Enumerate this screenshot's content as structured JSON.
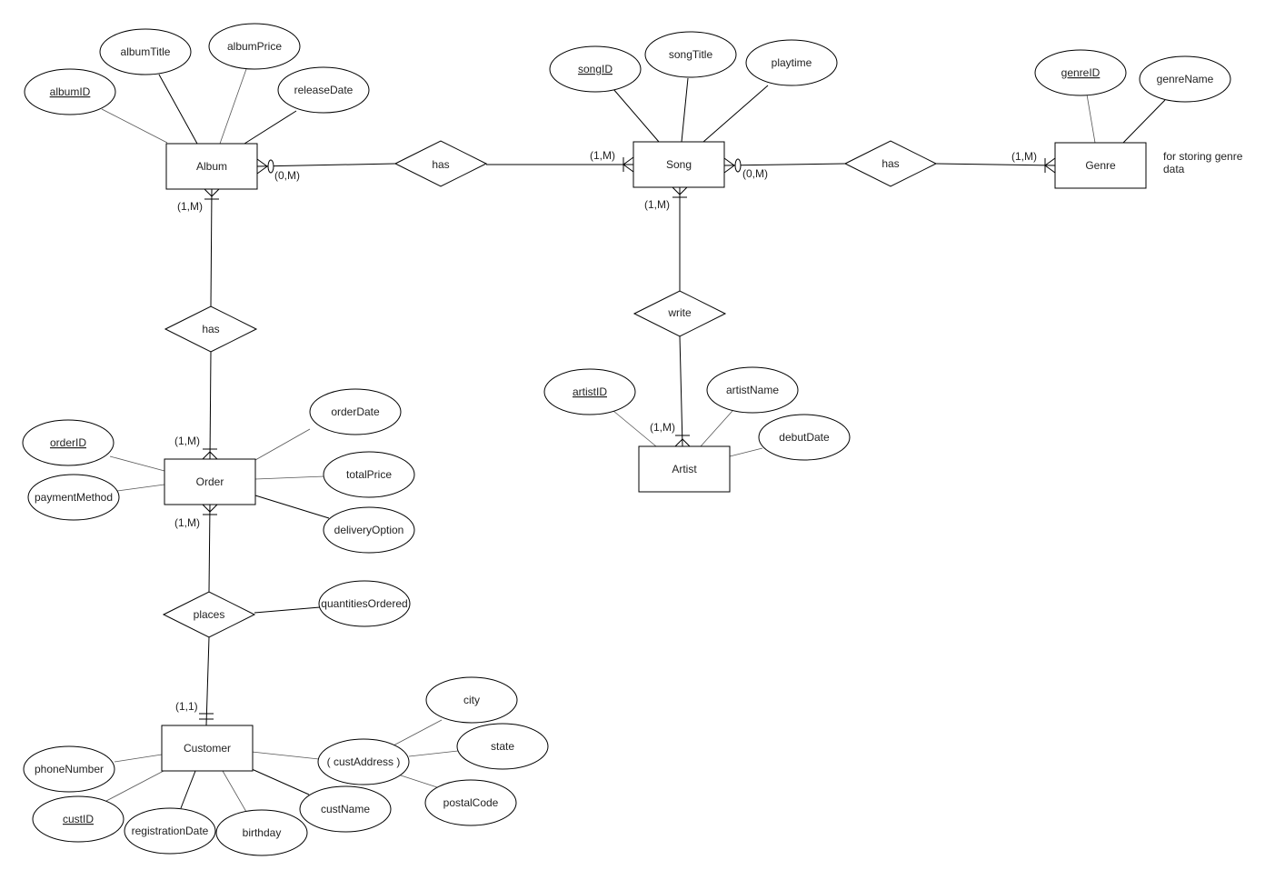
{
  "entities": {
    "album": "Album",
    "song": "Song",
    "genre": "Genre",
    "order": "Order",
    "customer": "Customer",
    "artist": "Artist"
  },
  "relationships": {
    "album_song": "has",
    "song_genre": "has",
    "album_order": "has",
    "song_artist": "write",
    "order_customer": "places"
  },
  "attributes": {
    "albumID": "albumID",
    "albumTitle": "albumTitle",
    "albumPrice": "albumPrice",
    "releaseDate": "releaseDate",
    "songID": "songID",
    "songTitle": "songTitle",
    "playtime": "playtime",
    "genreID": "genreID",
    "genreName": "genreName",
    "orderID": "orderID",
    "orderDate": "orderDate",
    "totalPrice": "totalPrice",
    "paymentMethod": "paymentMethod",
    "deliveryOption": "deliveryOption",
    "quantitiesOrdered": "quantitiesOrdered",
    "artistID": "artistID",
    "artistName": "artistName",
    "debutDate": "debutDate",
    "phoneNumber": "phoneNumber",
    "custID": "custID",
    "registrationDate": "registrationDate",
    "birthday": "birthday",
    "custName": "custName",
    "custAddress": "( custAddress )",
    "city": "city",
    "state": "state",
    "postalCode": "postalCode"
  },
  "cardinalities": {
    "album_to_song_has": "(0,M)",
    "song_from_album_has": "(1,M)",
    "song_to_genre_has": "(0,M)",
    "genre_from_song_has": "(1,M)",
    "album_to_order_has": "(1,M)",
    "order_from_album_has": "(1,M)",
    "song_to_artist_write": "(1,M)",
    "artist_from_song_write": "(1,M)",
    "order_to_customer_places": "(1,M)",
    "customer_from_order_places": "(1,1)"
  },
  "notes": {
    "genre_note_line1": "for storing genre",
    "genre_note_line2": "data"
  }
}
